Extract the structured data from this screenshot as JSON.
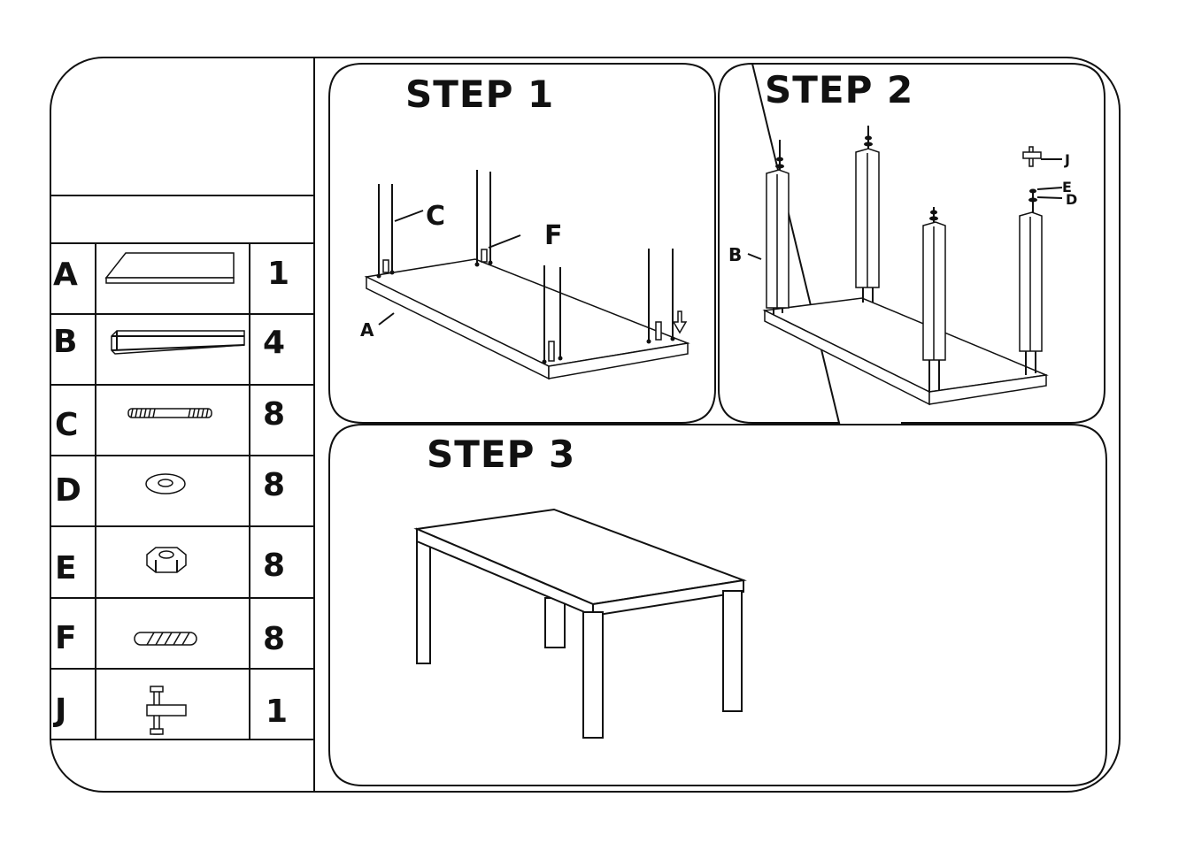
{
  "steps": {
    "step1": "STEP 1",
    "step2": "STEP 2",
    "step3": "STEP 3"
  },
  "parts": [
    {
      "letter": "A",
      "qty": "1",
      "icon": "panel-icon"
    },
    {
      "letter": "B",
      "qty": "4",
      "icon": "leg-icon"
    },
    {
      "letter": "C",
      "qty": "8",
      "icon": "bolt-icon"
    },
    {
      "letter": "D",
      "qty": "8",
      "icon": "washer-icon"
    },
    {
      "letter": "E",
      "qty": "8",
      "icon": "nut-icon"
    },
    {
      "letter": "F",
      "qty": "8",
      "icon": "insert-icon"
    },
    {
      "letter": "J",
      "qty": "1",
      "icon": "wrench-icon"
    }
  ],
  "callouts": {
    "step1": {
      "c": "C",
      "f": "F",
      "a": "A"
    },
    "step2": {
      "b": "B",
      "j": "J",
      "e": "E",
      "d": "D"
    }
  }
}
